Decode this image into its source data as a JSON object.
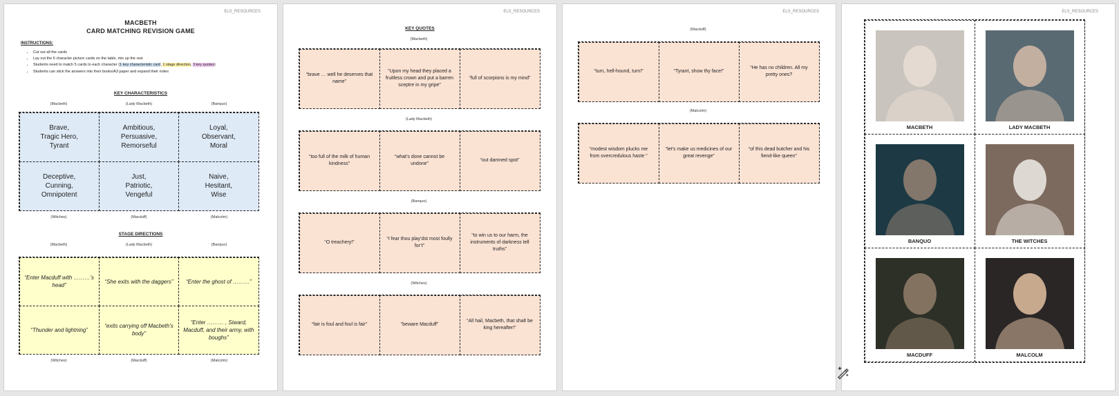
{
  "watermark": "ELS_RESOURCES",
  "page1": {
    "title_line1": "MACBETH",
    "title_line2": "CARD MATCHING REVISION GAME",
    "instructions_heading": "INSTRUCTIONS:",
    "instructions": {
      "item1": "Cut out all the cards",
      "item2": "Lay out the 6 character picture cards on the table, mix up the rest",
      "item3_prefix": "Students need to match 5 cards to each character (",
      "item3_blue": "1 key characteristic card",
      "item3_sep1": ", ",
      "item3_yellow": "1 stage direction",
      "item3_sep2": ", ",
      "item3_pink": "3 key quotes",
      "item3_suffix": ")",
      "item4": "Students can stick the answers into their books/A3 paper and expand their notes"
    },
    "key_characteristics_heading": "KEY CHARACTERISTICS",
    "kc_top_labels": [
      "(Macbeth)",
      "(Lady Macbeth)",
      "(Banquo)"
    ],
    "kc_cells": [
      [
        "Brave,",
        "Tragic Hero,",
        "Tyrant"
      ],
      [
        "Ambitious,",
        "Persuasive,",
        "Remorseful"
      ],
      [
        "Loyal,",
        "Observant,",
        "Moral"
      ],
      [
        "Deceptive,",
        "Cunning,",
        "Omnipotent"
      ],
      [
        "Just,",
        "Patriotic,",
        "Vengeful"
      ],
      [
        "Naive,",
        "Hesitant,",
        "Wise"
      ]
    ],
    "kc_bottom_labels": [
      "(Witches)",
      "(Macduff)",
      "(Malcolm)"
    ],
    "stage_directions_heading": "STAGE DIRECTIONS",
    "sd_top_labels": [
      "(Macbeth)",
      "(Lady Macbeth)",
      "(Banquo)"
    ],
    "sd_cells": [
      "“Enter Macduff with ………’s head”",
      "“She exits with the daggers”",
      "“Enter the ghost of ………”",
      "“Thunder and lightning”",
      "“exits carrying off Macbeth’s body”",
      "“Enter ……… , Siward, Macduff, and their army, with boughs”"
    ],
    "sd_bottom_labels": [
      "(Witches)",
      "(Macduff)",
      "(Malcolm)"
    ]
  },
  "page2": {
    "heading": "KEY QUOTES",
    "groups": [
      {
        "label": "(Macbeth)",
        "quotes": [
          "“brave … well he deserves that name”",
          "“Upon my head they placed a fruitless crown and put a barren sceptre in my gripe”",
          "“full of scorpions is my mind”"
        ]
      },
      {
        "label": "(Lady Macbeth)",
        "quotes": [
          "“too full of the milk of human kindness”",
          "“what’s done cannot be undone”",
          "“out damned spot”"
        ]
      },
      {
        "label": "(Banquo)",
        "quotes": [
          "“O treachery!”",
          "“I fear thou play’dst most foully for’t”",
          "“to win us to our harm, the instruments of darkness tell truths”"
        ]
      },
      {
        "label": "(Witches)",
        "quotes": [
          "“fair is foul and foul is fair”",
          "“beware Macduff”",
          "“All hail, Macbeth, that shalt be king hereafter!”"
        ]
      }
    ]
  },
  "page3": {
    "groups": [
      {
        "label": "(Macduff)",
        "quotes": [
          "“turn, hell-hound, turn!”",
          "“Tyrant, show thy face!”",
          "“He has no children. All my pretty ones?"
        ]
      },
      {
        "label": "(Malcolm)",
        "quotes": [
          "“modest wisdom plucks me from overcredulous haste ”",
          "“let’s make us medicines of our great revenge”",
          "“of this dead butcher and his fiend-like queen”"
        ]
      }
    ]
  },
  "page4": {
    "characters": [
      {
        "name": "MACBETH",
        "icon": "portrait-icon",
        "bg": "#c9c4bd",
        "fg": "#e7ddd3"
      },
      {
        "name": "LADY MACBETH",
        "icon": "portrait-icon",
        "bg": "#5a6a72",
        "fg": "#cdb7a5"
      },
      {
        "name": "BANQUO",
        "icon": "portrait-icon",
        "bg": "#1d3a44",
        "fg": "#8f7d70"
      },
      {
        "name": "THE WITCHES",
        "icon": "portrait-icon",
        "bg": "#7d6a5e",
        "fg": "#e9e4df"
      },
      {
        "name": "MACDUFF",
        "icon": "portrait-icon",
        "bg": "#2c3026",
        "fg": "#8e7a68"
      },
      {
        "name": "MALCOLM",
        "icon": "portrait-icon",
        "bg": "#2a2626",
        "fg": "#d8b89a"
      }
    ]
  },
  "colors": {
    "kc_blue": "#deeaf6",
    "sd_yellow": "#ffffcc",
    "quote_peach": "#fbe3d4"
  }
}
